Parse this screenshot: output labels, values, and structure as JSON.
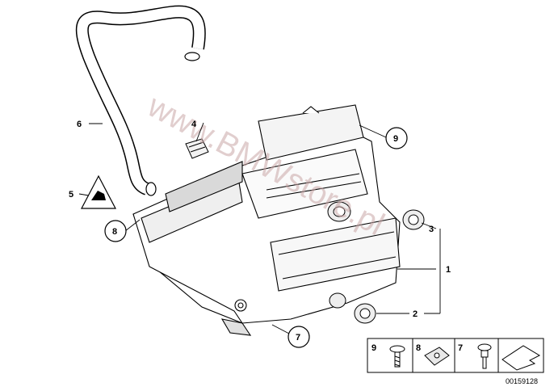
{
  "watermark": "www.BMWstore.pl",
  "callouts": {
    "c1": "1",
    "c2": "2",
    "c3": "3",
    "c4": "4",
    "c5": "5",
    "c6": "6",
    "c7": "7",
    "c8": "8",
    "c9": "9"
  },
  "legend": {
    "item9": "9",
    "item8": "8",
    "item7": "7"
  },
  "diagram_id": "00159128",
  "colors": {
    "line": "#000000",
    "fill": "#ffffff",
    "part_gray": "#e6e6e6",
    "watermark": "#c9a7a7"
  }
}
